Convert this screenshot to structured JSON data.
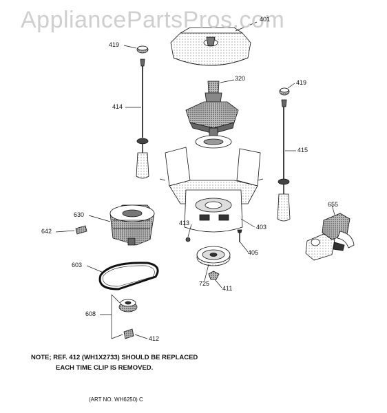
{
  "watermark": "AppliancePartsPros.com",
  "callouts": {
    "c401": "401",
    "c419a": "419",
    "c320": "320",
    "c419b": "419",
    "c414": "414",
    "c415": "415",
    "c630": "630",
    "c642": "642",
    "c413": "413",
    "c403": "403",
    "c405": "405",
    "c655": "655",
    "c603": "603",
    "c725": "725",
    "c411": "411",
    "c608": "608",
    "c412": "412"
  },
  "note": {
    "line1": "NOTE; REF. 412 (WH1X2733) SHOULD BE REPLACED",
    "line2": "EACH TIME CLIP IS REMOVED."
  },
  "art_number": "(ART NO. WH6250) C"
}
